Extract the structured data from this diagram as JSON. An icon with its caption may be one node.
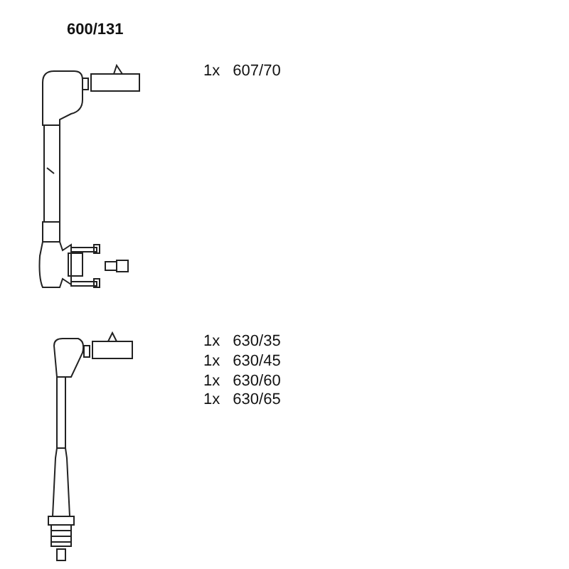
{
  "diagram": {
    "title": "600/131",
    "labels": [
      "1x 607/70",
      "1x 630/35",
      "1x 630/45",
      "1x 630/60",
      "1x 630/65"
    ]
  }
}
